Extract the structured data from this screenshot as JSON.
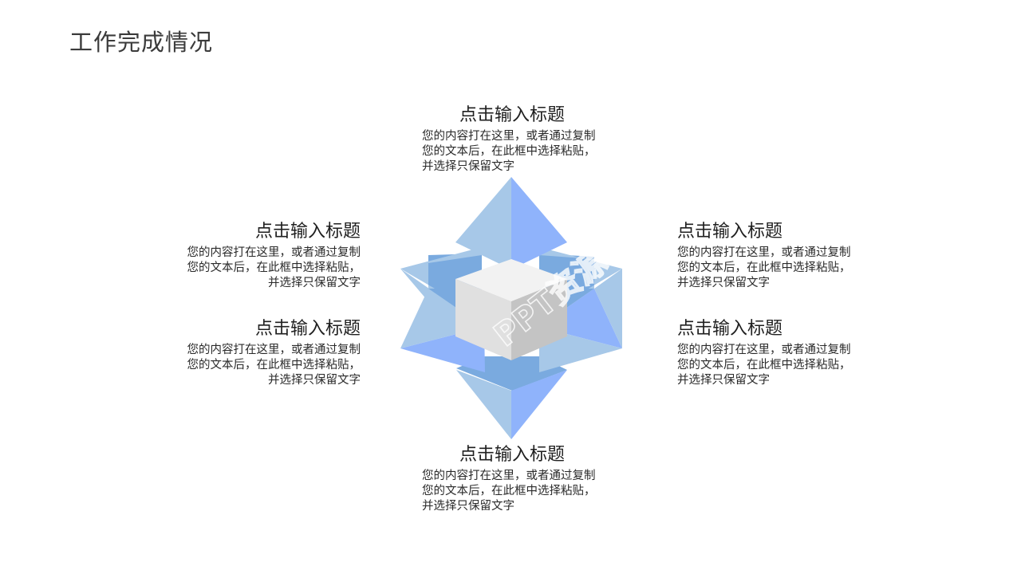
{
  "page": {
    "title": "工作完成情况"
  },
  "blocks": {
    "top": {
      "title": "点击输入标题",
      "body": "您的内容打在这里，或者通过复制您的文本后，在此框中选择粘贴，并选择只保留文字"
    },
    "left_top": {
      "title": "点击输入标题",
      "body": "您的内容打在这里，或者通过复制您的文本后，在此框中选择粘贴，并选择只保留文字"
    },
    "left_bottom": {
      "title": "点击输入标题",
      "body": "您的内容打在这里，或者通过复制您的文本后，在此框中选择粘贴，并选择只保留文字"
    },
    "right_top": {
      "title": "点击输入标题",
      "body": "您的内容打在这里，或者通过复制您的文本后，在此框中选择粘贴，并选择只保留文字"
    },
    "right_bottom": {
      "title": "点击输入标题",
      "body": "您的内容打在这里，或者通过复制您的文本后，在此框中选择粘贴，并选择只保留文字"
    },
    "bottom": {
      "title": "点击输入标题",
      "body": "您的内容打在这里，或者通过复制您的文本后，在此框中选择粘贴，并选择只保留文字"
    }
  },
  "watermark": "PPT资源",
  "colors": {
    "light_blue": "#a7c8e8",
    "bright_blue": "#8fb3fb",
    "mid_blue": "#7aaadf",
    "cube_top": "#f2f2f2",
    "cube_left": "#e0e0e0",
    "cube_right": "#c4c4c4"
  }
}
